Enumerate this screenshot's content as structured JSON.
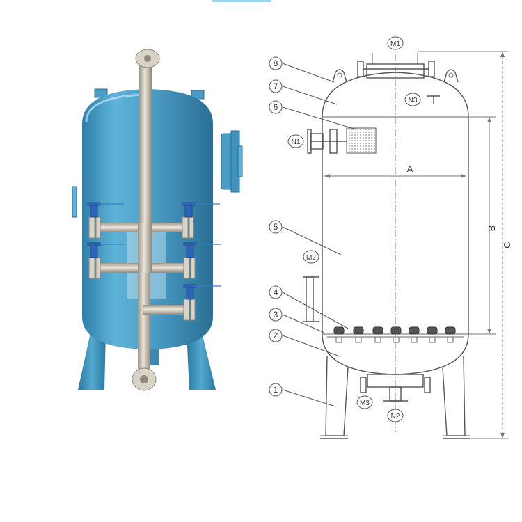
{
  "photo": {
    "body_color": "#4a9cc4",
    "pipe_color": "#c9c2b4",
    "valve_color": "#2f63b8"
  },
  "drawing": {
    "parts": [
      "1",
      "2",
      "3",
      "4",
      "5",
      "6",
      "7",
      "8"
    ],
    "nozzles": [
      "M1",
      "M2",
      "M3",
      "N1",
      "N2",
      "N3"
    ],
    "dimensions": [
      "A",
      "B",
      "C"
    ]
  }
}
